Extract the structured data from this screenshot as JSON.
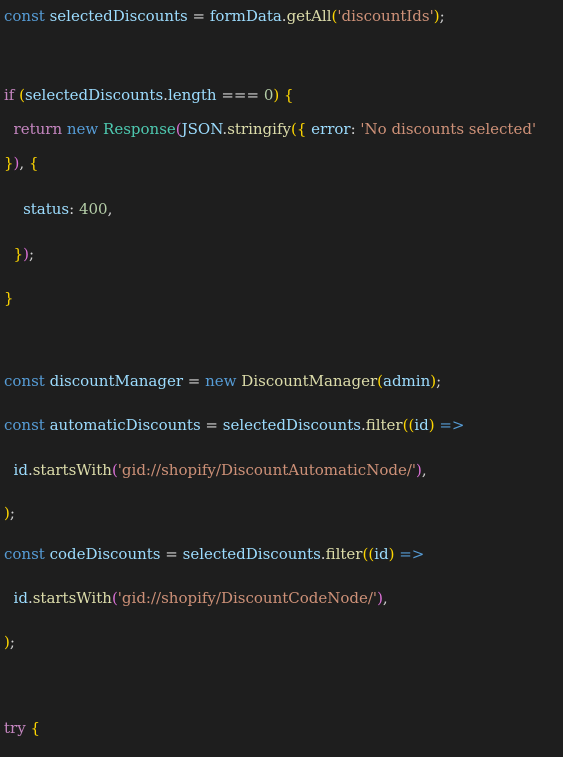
{
  "colors": {
    "background": "#1e1e1e",
    "keyword": "#569cd6",
    "control": "#c586c0",
    "variable": "#9cdcfe",
    "function": "#dcdcaa",
    "type": "#4ec9b0",
    "string": "#ce9178",
    "number": "#b5cea8",
    "plain": "#d4d4d4"
  },
  "code_lines": [
    [
      {
        "t": "const ",
        "k": "keyword"
      },
      {
        "t": "selectedDiscounts",
        "k": "var"
      },
      {
        "t": " = ",
        "k": "punct"
      },
      {
        "t": "formData",
        "k": "var"
      },
      {
        "t": ".",
        "k": "punct"
      },
      {
        "t": "getAll",
        "k": "func"
      },
      {
        "t": "(",
        "k": "bracket"
      },
      {
        "t": "'discountIds'",
        "k": "string"
      },
      {
        "t": ")",
        "k": "bracket"
      },
      {
        "t": ";",
        "k": "punct"
      }
    ],
    [
      {
        "t": "if ",
        "k": "keyword2"
      },
      {
        "t": "(",
        "k": "bracket"
      },
      {
        "t": "selectedDiscounts",
        "k": "var"
      },
      {
        "t": ".",
        "k": "punct"
      },
      {
        "t": "length",
        "k": "var"
      },
      {
        "t": " === ",
        "k": "punct"
      },
      {
        "t": "0",
        "k": "number"
      },
      {
        "t": ") ",
        "k": "bracket"
      },
      {
        "t": "{",
        "k": "bracket"
      }
    ],
    [
      {
        "t": "  return ",
        "k": "keyword2"
      },
      {
        "t": "new ",
        "k": "keyword"
      },
      {
        "t": "Response",
        "k": "type"
      },
      {
        "t": "(",
        "k": "bracket2"
      },
      {
        "t": "JSON",
        "k": "var"
      },
      {
        "t": ".",
        "k": "punct"
      },
      {
        "t": "stringify",
        "k": "func"
      },
      {
        "t": "({",
        "k": "bracket"
      },
      {
        "t": " error",
        "k": "var"
      },
      {
        "t": ": ",
        "k": "punct"
      },
      {
        "t": "'No discounts selected'",
        "k": "string"
      }
    ],
    [
      {
        "t": "}",
        "k": "bracket"
      },
      {
        "t": ")",
        "k": "bracket2"
      },
      {
        "t": ", ",
        "k": "punct"
      },
      {
        "t": "{",
        "k": "bracket"
      }
    ],
    [
      {
        "t": "    status",
        "k": "var"
      },
      {
        "t": ": ",
        "k": "punct"
      },
      {
        "t": "400",
        "k": "number"
      },
      {
        "t": ",",
        "k": "punct"
      }
    ],
    [
      {
        "t": "  }",
        "k": "bracket"
      },
      {
        "t": ")",
        "k": "bracket2"
      },
      {
        "t": ";",
        "k": "punct"
      }
    ],
    [
      {
        "t": "}",
        "k": "bracket"
      }
    ],
    [
      {
        "t": "const ",
        "k": "keyword"
      },
      {
        "t": "discountManager",
        "k": "var"
      },
      {
        "t": " = ",
        "k": "punct"
      },
      {
        "t": "new ",
        "k": "keyword"
      },
      {
        "t": "DiscountManager",
        "k": "func"
      },
      {
        "t": "(",
        "k": "bracket"
      },
      {
        "t": "admin",
        "k": "var"
      },
      {
        "t": ")",
        "k": "bracket"
      },
      {
        "t": ";",
        "k": "punct"
      }
    ],
    [
      {
        "t": "const ",
        "k": "keyword"
      },
      {
        "t": "automaticDiscounts",
        "k": "var"
      },
      {
        "t": " = ",
        "k": "punct"
      },
      {
        "t": "selectedDiscounts",
        "k": "var"
      },
      {
        "t": ".",
        "k": "punct"
      },
      {
        "t": "filter",
        "k": "func"
      },
      {
        "t": "((",
        "k": "bracket"
      },
      {
        "t": "id",
        "k": "var"
      },
      {
        "t": ") ",
        "k": "bracket"
      },
      {
        "t": "=>",
        "k": "keyword"
      }
    ],
    [
      {
        "t": "  id",
        "k": "var"
      },
      {
        "t": ".",
        "k": "punct"
      },
      {
        "t": "startsWith",
        "k": "func"
      },
      {
        "t": "(",
        "k": "bracket2"
      },
      {
        "t": "'gid://shopify/DiscountAutomaticNode/'",
        "k": "string"
      },
      {
        "t": ")",
        "k": "bracket2"
      },
      {
        "t": ",",
        "k": "punct"
      }
    ],
    [
      {
        "t": ")",
        "k": "bracket"
      },
      {
        "t": ";",
        "k": "punct"
      }
    ],
    [
      {
        "t": "const ",
        "k": "keyword"
      },
      {
        "t": "codeDiscounts",
        "k": "var"
      },
      {
        "t": " = ",
        "k": "punct"
      },
      {
        "t": "selectedDiscounts",
        "k": "var"
      },
      {
        "t": ".",
        "k": "punct"
      },
      {
        "t": "filter",
        "k": "func"
      },
      {
        "t": "((",
        "k": "bracket"
      },
      {
        "t": "id",
        "k": "var"
      },
      {
        "t": ") ",
        "k": "bracket"
      },
      {
        "t": "=>",
        "k": "keyword"
      }
    ],
    [
      {
        "t": "  id",
        "k": "var"
      },
      {
        "t": ".",
        "k": "punct"
      },
      {
        "t": "startsWith",
        "k": "func"
      },
      {
        "t": "(",
        "k": "bracket2"
      },
      {
        "t": "'gid://shopify/DiscountCodeNode/'",
        "k": "string"
      },
      {
        "t": ")",
        "k": "bracket2"
      },
      {
        "t": ",",
        "k": "punct"
      }
    ],
    [
      {
        "t": ")",
        "k": "bracket"
      },
      {
        "t": ";",
        "k": "punct"
      }
    ],
    [
      {
        "t": "try ",
        "k": "keyword2"
      },
      {
        "t": "{",
        "k": "bracket"
      }
    ]
  ]
}
